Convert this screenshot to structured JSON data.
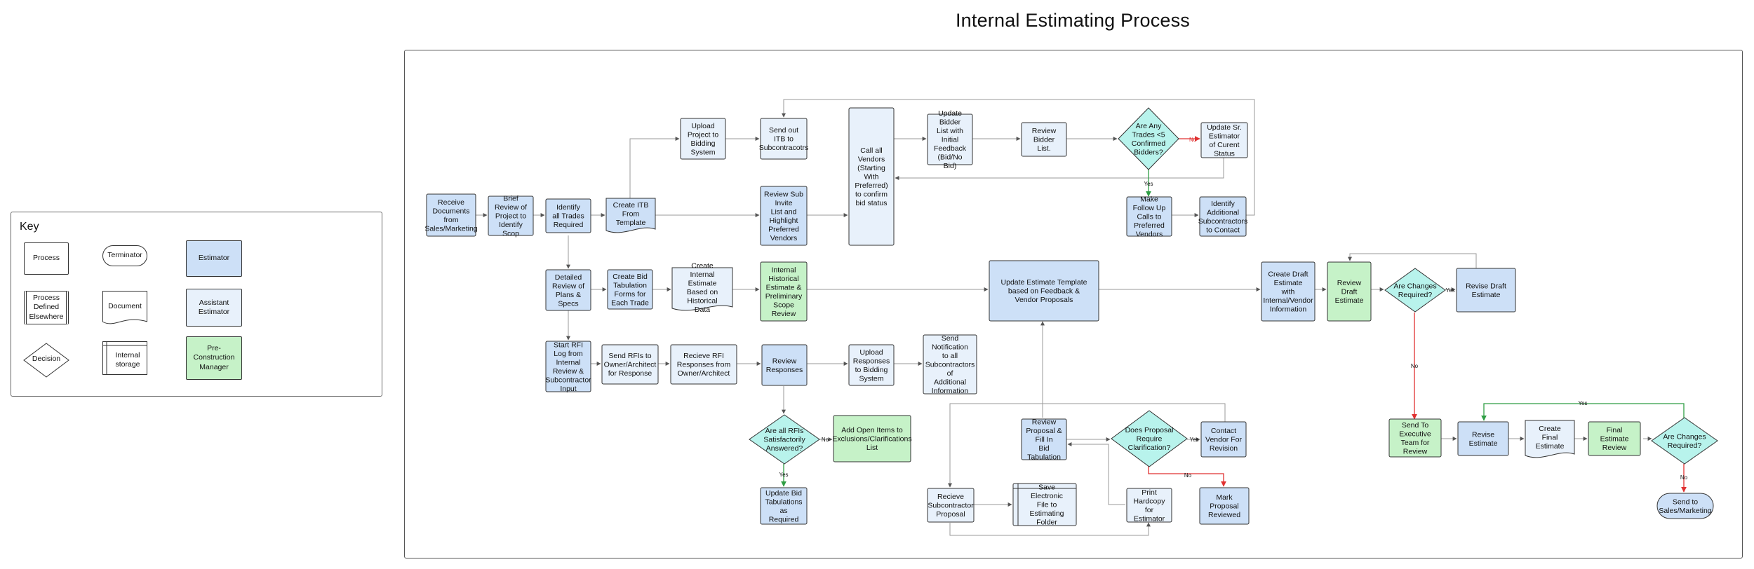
{
  "title": "Internal Estimating Process",
  "colors": {
    "estimator": "#cde0f7",
    "assistant": "#e8f1fb",
    "preconstruction": "#c6f2c8",
    "decision": "#b8f3ec",
    "edge": "#8a8a8a",
    "yes": "#2f9e44",
    "no": "#e03131"
  },
  "key": {
    "heading": "Key",
    "items": {
      "process": "Process",
      "terminator": "Terminator",
      "estimator": "Estimator",
      "predefined": "Process Defined Elsewhere",
      "document": "Document",
      "assistant": "Assistant Estimator",
      "decision": "Decision",
      "storage": "Internal storage",
      "precon": "Pre-Construction Manager"
    }
  },
  "nodes": [
    {
      "id": "receive-documents",
      "text": "Receive Documents from Sales/Marketing"
    },
    {
      "id": "brief-review",
      "text": "Brief Review of Project to Identify Scop"
    },
    {
      "id": "identify-trades",
      "text": "Identify all Trades Required"
    },
    {
      "id": "create-itb",
      "text": "Create ITB From Template"
    },
    {
      "id": "upload-project",
      "text": "Upload Project to Bidding System"
    },
    {
      "id": "send-itb",
      "text": "Send out ITB to Subcontracotrs"
    },
    {
      "id": "review-sub-invite",
      "text": "Review Sub Invite List and Highlight Preferred Vendors"
    },
    {
      "id": "call-vendors",
      "text": "Call all Vendors (Starting With Preferred) to confirm bid status"
    },
    {
      "id": "update-bidder-list",
      "text": "Update Bidder List with Initial Feedback (Bid/No Bid)"
    },
    {
      "id": "review-bidder-list",
      "text": "Review Bidder List."
    },
    {
      "id": "trades-decision",
      "text": "Are Any Trades <5 Confirmed Bidders?"
    },
    {
      "id": "update-sr-estimator",
      "text": "Update Sr. Estimator of Curent Status"
    },
    {
      "id": "follow-up-calls",
      "text": "Make Follow Up Calls to Preferred Vendors"
    },
    {
      "id": "identify-additional",
      "text": "Identify Additional Subcontractors to Contact"
    },
    {
      "id": "detailed-review",
      "text": "Detailed Review of Plans & Specs"
    },
    {
      "id": "create-bid-tab",
      "text": "Create Bid Tabulation Forms for Each Trade"
    },
    {
      "id": "internal-estimate",
      "text": "Create Internal Estimate Based on Historical Data"
    },
    {
      "id": "historical-review",
      "text": "Internal Historical Estimate & Preliminary Scope Review"
    },
    {
      "id": "update-template",
      "text": "Update Estimate Template based on Feedback & Vendor Proposals"
    },
    {
      "id": "draft-estimate",
      "text": "Create Draft Estimate with Internal/Vendor Information"
    },
    {
      "id": "review-draft",
      "text": "Review Draft Estimate"
    },
    {
      "id": "changes-decision-1",
      "text": "Are Changes Required?"
    },
    {
      "id": "revise-draft",
      "text": "Revise Draft Estimate"
    },
    {
      "id": "rfi-log",
      "text": "Start RFI Log from Internal Review & Subcontractor Input"
    },
    {
      "id": "send-rfis",
      "text": "Send RFIs to Owner/Architect for Response"
    },
    {
      "id": "recieve-rfi",
      "text": "Recieve RFI Responses from Owner/Architect"
    },
    {
      "id": "review-responses",
      "text": "Review Responses"
    },
    {
      "id": "upload-responses",
      "text": "Upload Responses to Bidding System"
    },
    {
      "id": "send-notification",
      "text": "Send Notification to all Subcontractors of Additional Information"
    },
    {
      "id": "rfi-decision",
      "text": "Are all RFIs Satisfactorily Answered?"
    },
    {
      "id": "add-open-items",
      "text": "Add Open Items to Exclusions/Clarifications List"
    },
    {
      "id": "update-bid-tabs",
      "text": "Update Bid Tabulations as Required"
    },
    {
      "id": "review-proposal",
      "text": "Review Proposal & Fill In Bid Tabulation"
    },
    {
      "id": "clarification-decision",
      "text": "Does Proposal Require Clarification?"
    },
    {
      "id": "contact-vendor",
      "text": "Contact Vendor For Revision"
    },
    {
      "id": "recieve-proposal",
      "text": "Recieve Subcontractor Proposal"
    },
    {
      "id": "save-file",
      "text": "Save Electronic File to Estimating Folder"
    },
    {
      "id": "print-hardcopy",
      "text": "Print Hardcopy for Estimator"
    },
    {
      "id": "mark-reviewed",
      "text": "Mark Proposal Reviewed"
    },
    {
      "id": "send-executive",
      "text": "Send To Executive Team for Review"
    },
    {
      "id": "revise-estimate",
      "text": "Revise Estimate"
    },
    {
      "id": "final-doc",
      "text": "Create Final Estimate"
    },
    {
      "id": "final-review",
      "text": "Final Estimate Review"
    },
    {
      "id": "changes-decision-2",
      "text": "Are Changes Required?"
    },
    {
      "id": "send-sales",
      "text": "Send to Sales/Marketing"
    }
  ],
  "edge_labels": {
    "yes": "Yes",
    "no": "No"
  }
}
